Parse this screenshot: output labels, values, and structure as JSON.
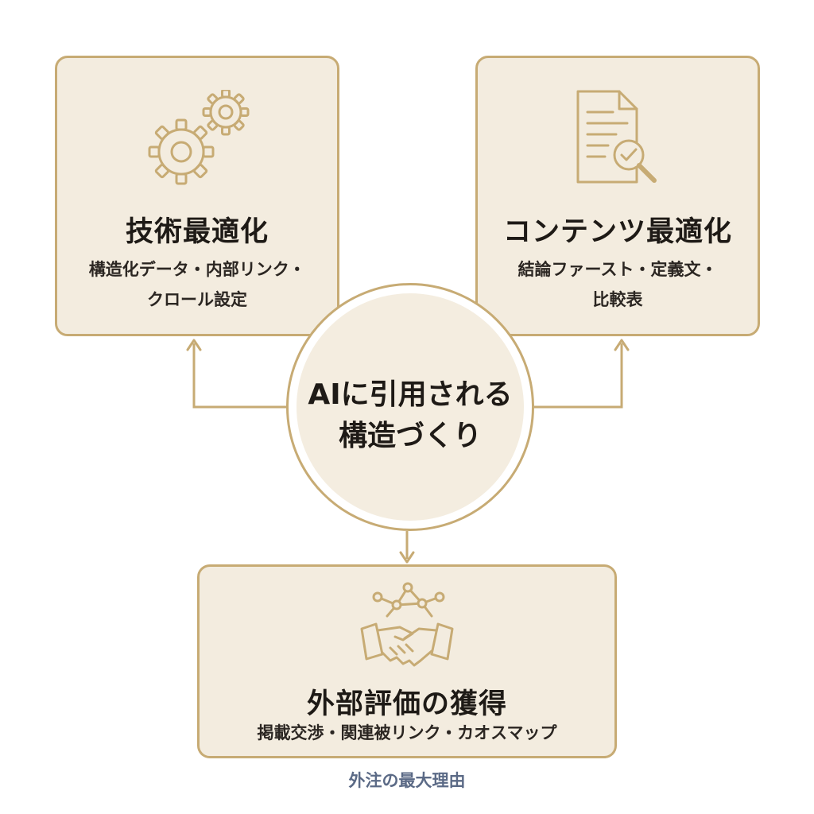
{
  "colors": {
    "accent": "#c7ab74",
    "box_fill": "#f3ecdf",
    "text": "#1e1a16",
    "caption": "#5b6a86"
  },
  "center": {
    "line1": "AIに引用される",
    "line2": "構造づくり"
  },
  "boxes": {
    "technical": {
      "icon": "gears-icon",
      "title": "技術最適化",
      "desc_line1": "構造化データ・内部リンク・",
      "desc_line2": "クロール設定"
    },
    "content": {
      "icon": "document-search-check-icon",
      "title": "コンテンツ最適化",
      "desc_line1": "結論ファースト・定義文・",
      "desc_line2": "比較表"
    },
    "external": {
      "icon": "handshake-network-icon",
      "title": "外部評価の獲得",
      "desc": "掲載交渉・関連被リンク・カオスマップ"
    }
  },
  "caption": "外注の最大理由"
}
